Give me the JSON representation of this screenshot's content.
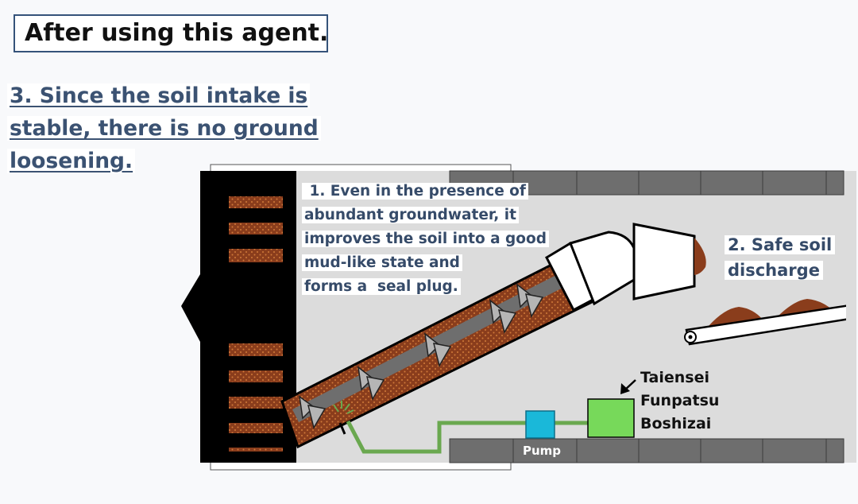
{
  "title": "After using this agent.",
  "notes": {
    "soil_intake": [
      "3. Since the soil intake is",
      "stable, there is no ground",
      "loosening."
    ],
    "seal_plug": [
      " 1. Even in the presence of",
      "abundant groundwater, it",
      "improves the soil into a good",
      "mud-like state and",
      "forms a  seal plug."
    ],
    "discharge": [
      "2. Safe soil",
      "discharge"
    ]
  },
  "labels": {
    "additive": [
      "Taiensei",
      "Funpatsu",
      "Boshizai"
    ],
    "pump": "Pump"
  },
  "colors": {
    "soil": "#8a3d1c",
    "segment": "#6e6e6e",
    "pipe": "#6aa84f",
    "pump": "#1ab8d9",
    "tank": "#77d95a",
    "cutter": "#000000",
    "text_blue": "#364b69"
  }
}
